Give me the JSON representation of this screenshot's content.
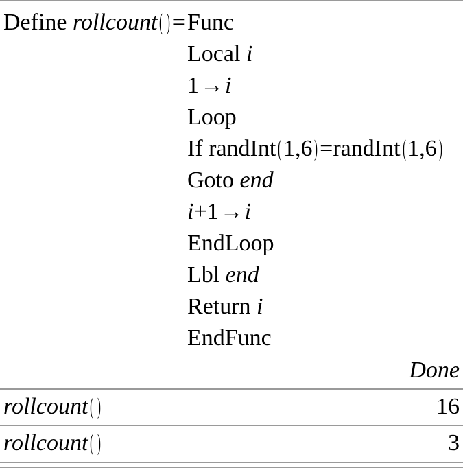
{
  "document": {
    "type": "calculator-program-listing",
    "background_color": "#ffffff",
    "rule_color": "#9a9a9a",
    "text_color": "#000000"
  },
  "program": {
    "define_keyword": "Define",
    "name": "rollcount",
    "open_paren": "(",
    "close_paren": ")",
    "assign": "=",
    "header_keyword": "Func",
    "lines": [
      {
        "id": "local",
        "indent": true,
        "parts": [
          {
            "t": "kw",
            "v": "Local "
          },
          {
            "t": "var",
            "v": "i"
          }
        ]
      },
      {
        "id": "init",
        "indent": true,
        "parts": [
          {
            "t": "num",
            "v": "1"
          },
          {
            "t": "arrow",
            "v": "→"
          },
          {
            "t": "var",
            "v": "i"
          }
        ]
      },
      {
        "id": "loop",
        "indent": true,
        "parts": [
          {
            "t": "kw",
            "v": "Loop"
          }
        ]
      },
      {
        "id": "if",
        "indent": true,
        "parts": [
          {
            "t": "kw",
            "v": "If randInt"
          },
          {
            "t": "paren-open",
            "v": "("
          },
          {
            "t": "num",
            "v": "1,6"
          },
          {
            "t": "paren-close",
            "v": ")"
          },
          {
            "t": "eq",
            "v": "="
          },
          {
            "t": "kw",
            "v": "randInt"
          },
          {
            "t": "paren-open",
            "v": "("
          },
          {
            "t": "num",
            "v": "1,6"
          },
          {
            "t": "paren-close",
            "v": ")"
          }
        ]
      },
      {
        "id": "goto",
        "indent": true,
        "parts": [
          {
            "t": "kw",
            "v": "Goto "
          },
          {
            "t": "var",
            "v": "end"
          }
        ]
      },
      {
        "id": "incr",
        "indent": true,
        "parts": [
          {
            "t": "var",
            "v": "i"
          },
          {
            "t": "num",
            "v": "+1"
          },
          {
            "t": "arrow",
            "v": "→"
          },
          {
            "t": "var",
            "v": "i"
          }
        ]
      },
      {
        "id": "endloop",
        "indent": true,
        "parts": [
          {
            "t": "kw",
            "v": "EndLoop"
          }
        ]
      },
      {
        "id": "lbl",
        "indent": true,
        "parts": [
          {
            "t": "kw",
            "v": "Lbl "
          },
          {
            "t": "var",
            "v": "end"
          }
        ]
      },
      {
        "id": "return",
        "indent": true,
        "parts": [
          {
            "t": "kw",
            "v": "Return "
          },
          {
            "t": "var",
            "v": "i"
          }
        ]
      },
      {
        "id": "endfunc",
        "indent": true,
        "parts": [
          {
            "t": "kw",
            "v": "EndFunc"
          }
        ]
      }
    ]
  },
  "results": {
    "define_result": "Done",
    "entries": [
      {
        "expression_name": "rollcount",
        "open_paren": "(",
        "close_paren": ")",
        "value": "16"
      },
      {
        "expression_name": "rollcount",
        "open_paren": "(",
        "close_paren": ")",
        "value": "3"
      }
    ]
  }
}
